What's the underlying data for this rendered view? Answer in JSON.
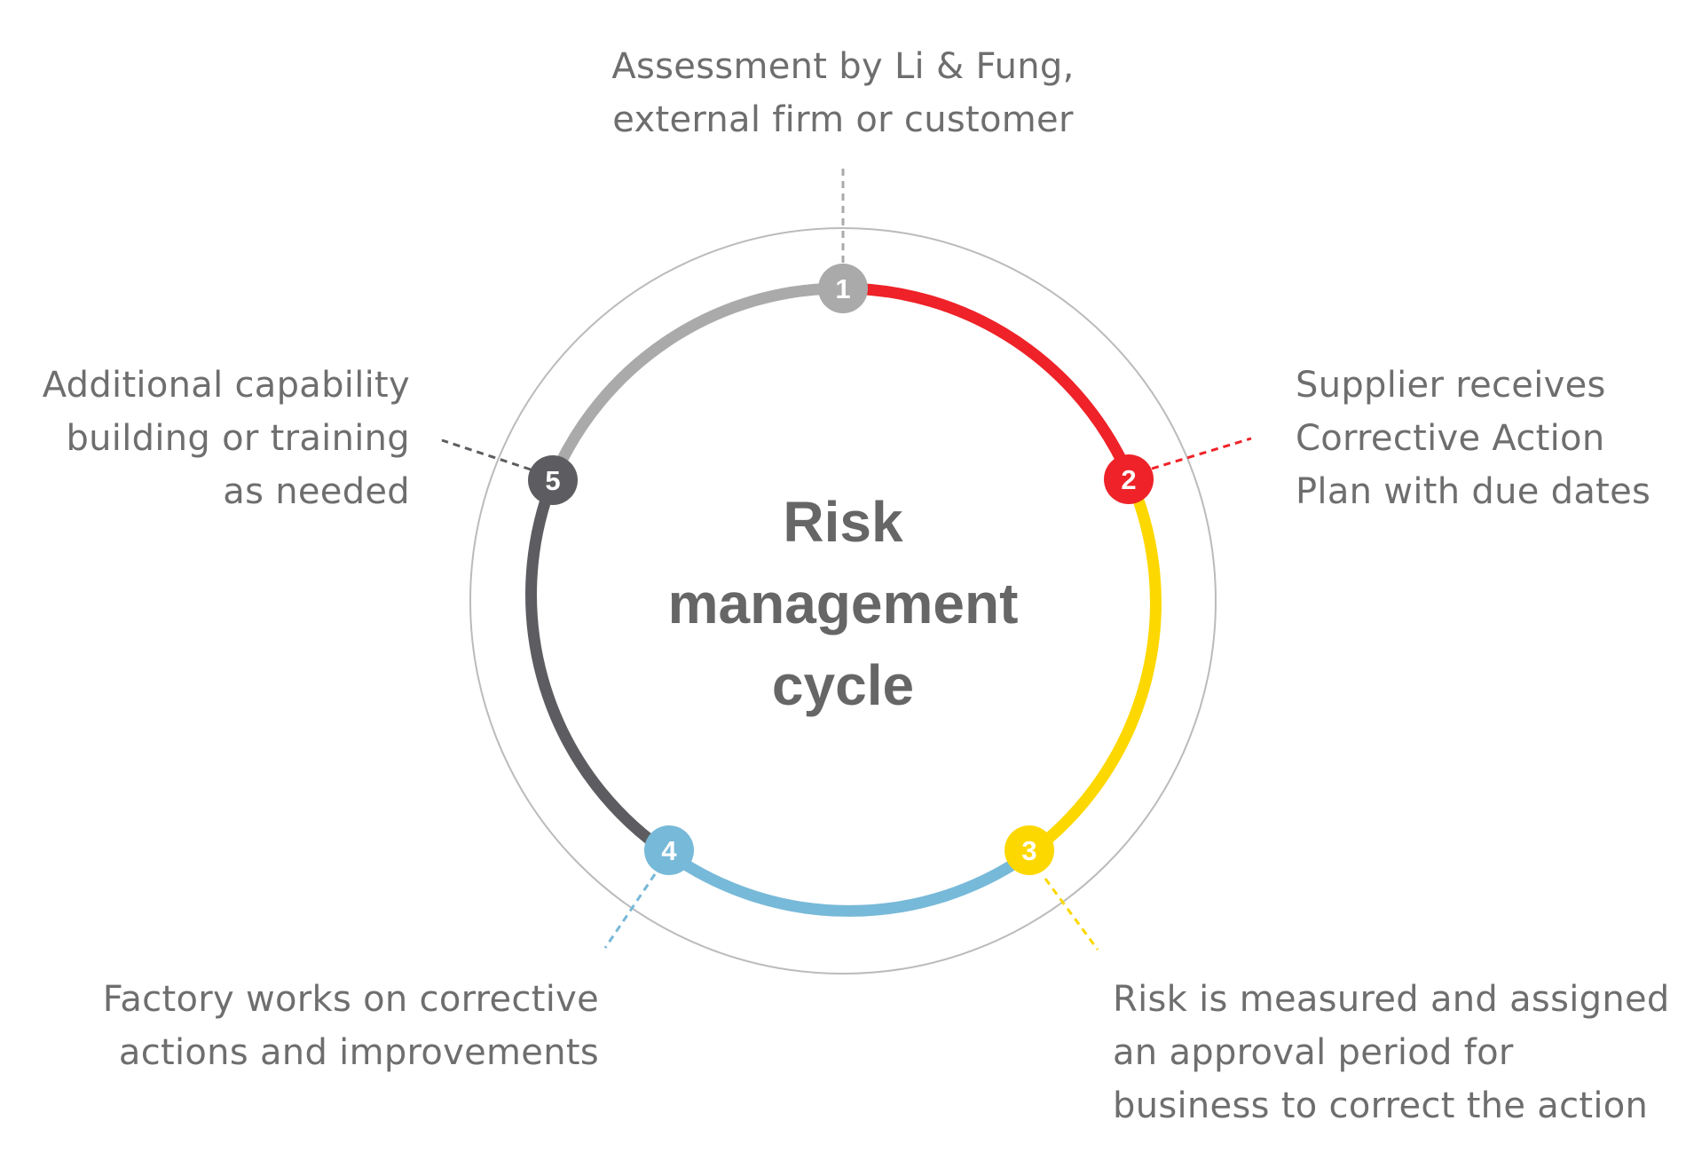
{
  "title": {
    "lines": [
      "Risk",
      "management",
      "cycle"
    ]
  },
  "steps": [
    {
      "number": "1",
      "color": "#aaaaaa",
      "lines": [
        "Assessment by Li & Fung,",
        "external firm or customer"
      ]
    },
    {
      "number": "2",
      "color": "#ee2228",
      "lines": [
        "Supplier receives",
        "Corrective Action",
        "Plan with due dates"
      ]
    },
    {
      "number": "3",
      "color": "#fcd800",
      "lines": [
        "Risk is measured and assigned",
        "an approval period for",
        "business to correct the action"
      ]
    },
    {
      "number": "4",
      "color": "#77b9d8",
      "lines": [
        "Factory works on corrective",
        "actions and improvements"
      ]
    },
    {
      "number": "5",
      "color": "#5d5d61",
      "lines": [
        "Additional capability",
        "building or training",
        "as needed"
      ]
    }
  ]
}
